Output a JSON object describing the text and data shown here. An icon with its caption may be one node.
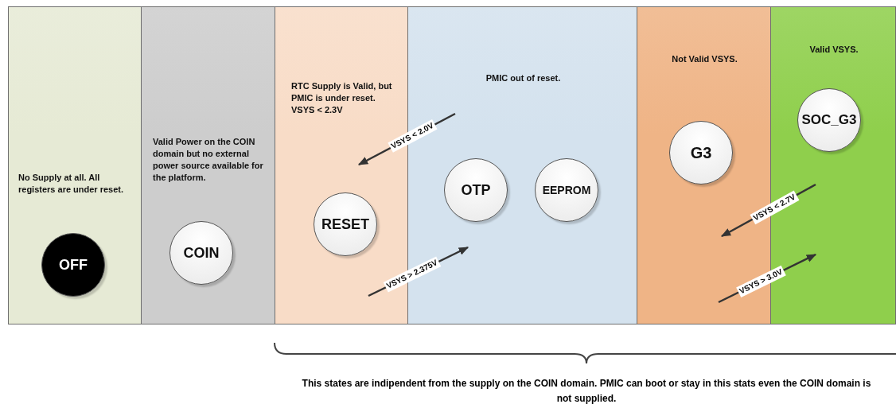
{
  "diagram": {
    "caption": "This states are indipendent from the supply on the COIN domain. PMIC can boot or stay in this stats even the COIN domain is not supplied.",
    "nodes": [
      {
        "text": [
          "No Supply at all. All registers are under reset."
        ]
      },
      {
        "text": [
          "OFF"
        ],
        "in": 0
      },
      {
        "text": [
          "Valid Power on the COIN domain but no external power source available for the platform."
        ]
      },
      {
        "text": [
          "COIN"
        ],
        "in": 2
      },
      {
        "text": [
          "RTC Supply is Valid, but PMIC is under reset. VSYS < 2.3V"
        ]
      },
      {
        "text": [
          "RESET"
        ],
        "in": 4
      },
      {
        "text": [
          "PMIC out of reset."
        ]
      },
      {
        "text": [
          "OTP"
        ],
        "in": 6
      },
      {
        "text": [
          "EEPROM"
        ],
        "in": 6
      },
      {
        "text": [
          "Not Valid VSYS."
        ]
      },
      {
        "text": [
          "G3"
        ],
        "in": 9
      },
      {
        "text": [
          "Valid VSYS."
        ]
      },
      {
        "text": [
          "SOC_G3"
        ],
        "in": 11
      }
    ],
    "labels": [
      "VSYS < 2.0V",
      "VSYS > 2.375V",
      "VSYS < 2.7V",
      "VSYS > 3.0V"
    ]
  }
}
